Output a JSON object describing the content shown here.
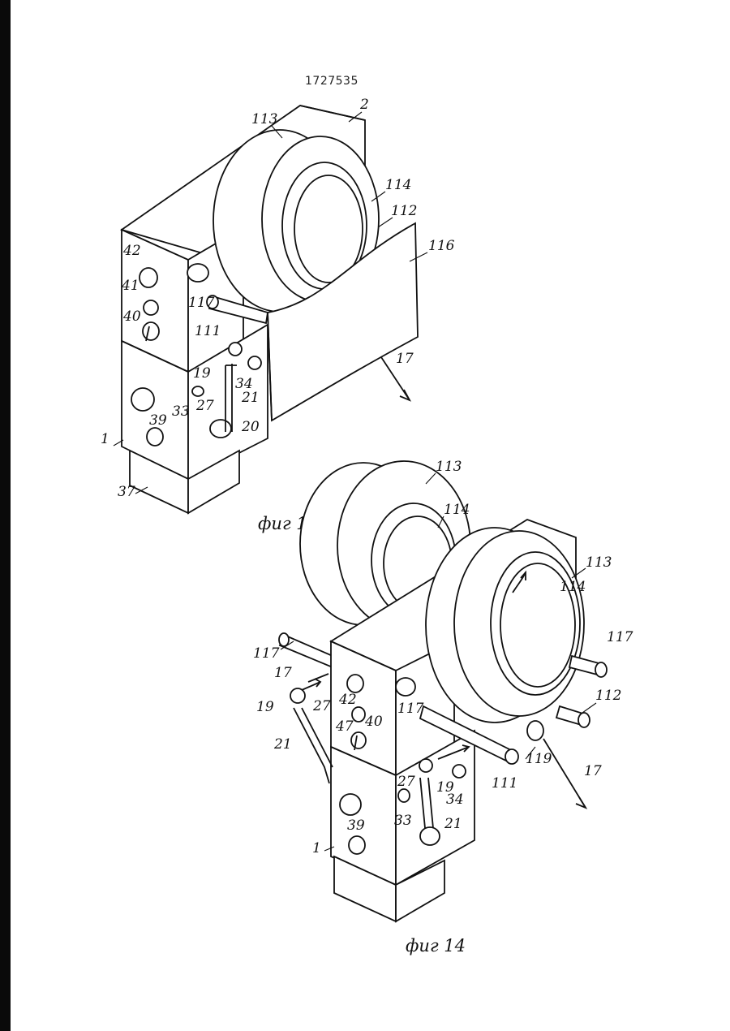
{
  "patent_number": "1727535",
  "figures": [
    {
      "caption": "фиг 13",
      "labels": [
        "2",
        "113",
        "114",
        "112",
        "116",
        "42",
        "41",
        "40",
        "117",
        "111",
        "17",
        "19",
        "34",
        "21",
        "27",
        "33",
        "39",
        "20",
        "1",
        "37"
      ]
    },
    {
      "caption": "фиг 14",
      "labels": [
        "113",
        "114",
        "113",
        "114",
        "117",
        "117",
        "17",
        "42",
        "47",
        "40",
        "19",
        "27",
        "21",
        "117",
        "112",
        "119",
        "111",
        "17",
        "27",
        "19",
        "34",
        "33",
        "21",
        "39",
        "1"
      ]
    }
  ]
}
